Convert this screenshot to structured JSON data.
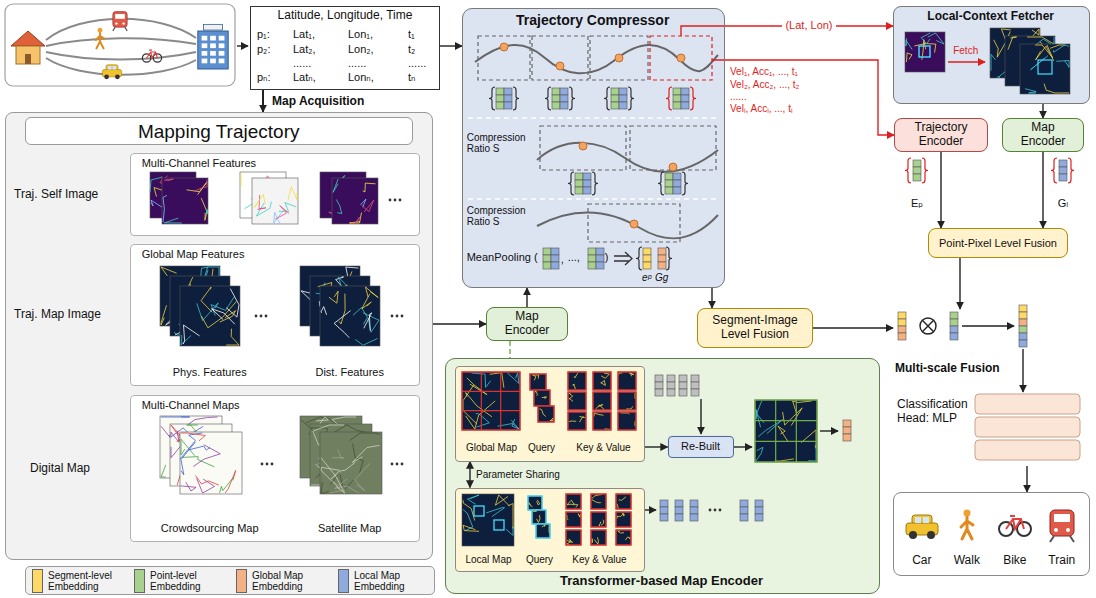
{
  "diagram": {
    "nodes": [
      {
        "text": [
          "Latitude, Longitude, Time",
          "p₁:",
          "Lat₁,",
          "Lon₁,",
          "t₁",
          "p₂:",
          "Lat₂,",
          "Lon₂,",
          "t₂",
          "......",
          "......",
          "......",
          "pₙ:",
          "Latₙ,",
          "Lonₙ,",
          "tₙ"
        ]
      },
      {
        "text": [
          "Mapping Trajectory"
        ]
      },
      {
        "text": [
          "Multi-Channel Features"
        ],
        "in": 1
      },
      {
        "text": [
          "Global Map Features",
          "Phys. Features",
          "Dist. Features"
        ],
        "in": 1
      },
      {
        "text": [
          "Multi-Channel Maps",
          "Crowdsourcing Map",
          "Satellite Map"
        ],
        "in": 1
      },
      {
        "text": [
          "Trajectory Compressor",
          "Compression Ratio S",
          "Compression Ratio S",
          "MeanPooling (",
          ",",
          "...,",
          ")",
          "eᵖ",
          "Gg"
        ]
      },
      {
        "text": [
          "Local-Context Fetcher",
          "Fetch"
        ]
      },
      {
        "text": [
          "Trajectory Encoder"
        ]
      },
      {
        "text": [
          "Map Encoder"
        ]
      },
      {
        "text": [
          "Point-Pixel Level Fusion"
        ]
      },
      {
        "text": [
          "Map Encoder"
        ]
      },
      {
        "text": [
          "Segment-Image Level Fusion"
        ]
      },
      {
        "text": [
          "Transformer-based Map Encoder"
        ]
      },
      {
        "text": [
          "Global Map",
          "Query",
          "Key & Value"
        ],
        "in": 12
      },
      {
        "text": [
          "Local Map",
          "Query",
          "Key & Value"
        ],
        "in": 12
      },
      {
        "text": [
          "Re-Built"
        ],
        "in": 12
      },
      {
        "text": [
          "Classification Head: MLP"
        ]
      },
      {
        "text": [
          "Car",
          "Walk",
          "Bike",
          "Train"
        ]
      }
    ],
    "edges": [
      {
        "from": 0,
        "to": 1,
        "label": "Map Acquisition",
        "arrow": "to"
      },
      {
        "from": 0,
        "to": 5,
        "arrow": "to"
      },
      {
        "from": 1,
        "to": 10,
        "arrow": "to"
      },
      {
        "from": 10,
        "to": 5,
        "arrow": "to"
      },
      {
        "from": 5,
        "to": 11,
        "arrow": "to"
      },
      {
        "from": 5,
        "to": 6,
        "label": "(Lat, Lon)",
        "arrow": "to"
      },
      {
        "from": 5,
        "to": 7,
        "arrow": "to"
      },
      {
        "from": 6,
        "to": 8,
        "arrow": "to"
      },
      {
        "from": 7,
        "to": 9,
        "arrow": "to"
      },
      {
        "from": 8,
        "to": 9,
        "arrow": "to"
      },
      {
        "from": 10,
        "to": 12,
        "arrow": "none"
      },
      {
        "from": 13,
        "to": 15,
        "arrow": "to"
      },
      {
        "from": 13,
        "to": 14,
        "label": "Parameter Sharing",
        "arrow": "both"
      },
      {
        "from": 16,
        "to": 17,
        "arrow": "to"
      }
    ],
    "labels": [
      "Traj. Self Image",
      "Traj. Map Image",
      "Digital Map",
      "Vel₁, Acc₁, ..., t₁",
      "Vel₂, Acc₂, ..., t₂",
      "......",
      "Velᵢ, Accᵢ, ..., tᵢ",
      "Eₚ",
      "Gₗ",
      "Multi-scale Fusion"
    ],
    "legend": [
      {
        "text": "Segment-level Embedding",
        "color": "#ffd966"
      },
      {
        "text": "Point-level Embedding",
        "color": "#a9d18e"
      },
      {
        "text": "Global Map Embedding",
        "color": "#f4b183"
      },
      {
        "text": "Local Map Embedding",
        "color": "#8faadc"
      }
    ]
  }
}
